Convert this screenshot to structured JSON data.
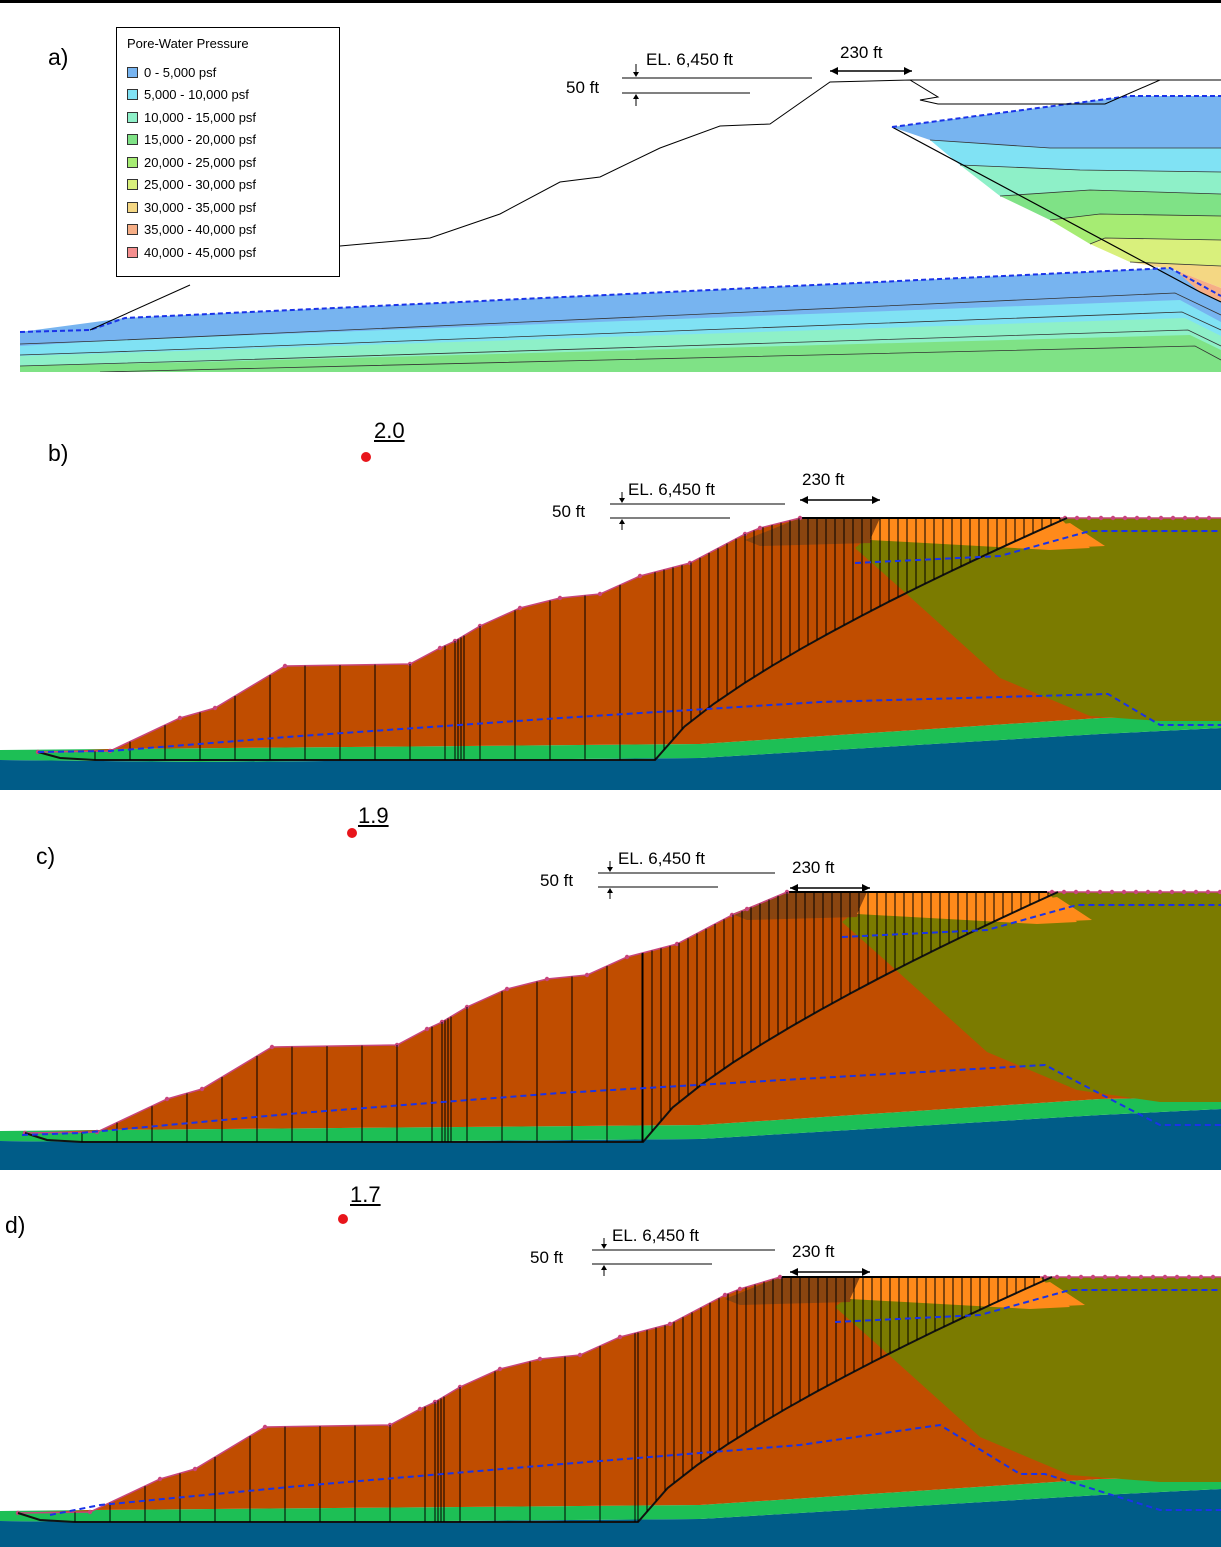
{
  "figure": {
    "panels": [
      {
        "label": "a)",
        "dims": {
          "elevation": "EL. 6,450 ft",
          "height": "50 ft",
          "crest_width": "230 ft"
        },
        "legend": {
          "title": "Pore-Water Pressure",
          "entries": [
            {
              "label": "0 - 5,000 psf",
              "color": "#77b4f0"
            },
            {
              "label": "5,000 - 10,000 psf",
              "color": "#80e2f4"
            },
            {
              "label": "10,000 - 15,000 psf",
              "color": "#8ef0c8"
            },
            {
              "label": "15,000 - 20,000 psf",
              "color": "#7fe286"
            },
            {
              "label": "20,000 - 25,000 psf",
              "color": "#a6ec73"
            },
            {
              "label": "25,000 - 30,000 psf",
              "color": "#d9f07c"
            },
            {
              "label": "30,000 - 35,000 psf",
              "color": "#f4d783"
            },
            {
              "label": "35,000 - 40,000 psf",
              "color": "#f6ae86"
            },
            {
              "label": "40,000 - 45,000 psf",
              "color": "#f48e8e"
            }
          ]
        }
      },
      {
        "label": "b)",
        "factor_of_safety": "2.0",
        "dims": {
          "elevation": "EL. 6,450 ft",
          "height": "50 ft",
          "crest_width": "230 ft"
        }
      },
      {
        "label": "c)",
        "factor_of_safety": "1.9",
        "dims": {
          "elevation": "EL. 6,450 ft",
          "height": "50 ft",
          "crest_width": "230 ft"
        }
      },
      {
        "label": "d)",
        "factor_of_safety": "1.7",
        "dims": {
          "elevation": "EL. 6,450 ft",
          "height": "50 ft",
          "crest_width": "230 ft"
        }
      }
    ]
  },
  "colors": {
    "waste_rock": "#c04d00",
    "backfill": "#7b7b00",
    "cover": "#ff8a1a",
    "dark_band": "#8a4510",
    "green_layer": "#1dbf55",
    "bedrock": "#005c88",
    "water_table": "#1a33e8",
    "slip_surface": "#111111",
    "surface_points": "#c8457c"
  }
}
